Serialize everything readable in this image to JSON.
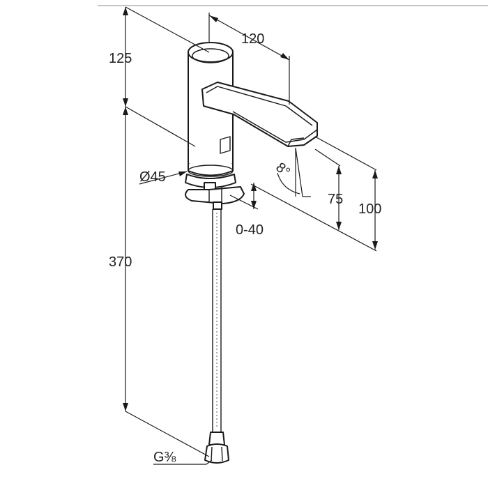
{
  "dimensions": {
    "top_height": "125",
    "lower_height": "370",
    "spout_length": "120",
    "base_diameter": "Ø45",
    "spray_angle": "8°",
    "outlet_height": "75",
    "spout_height": "100",
    "deck_thickness": "0-40",
    "thread_size": "G⅜"
  },
  "colors": {
    "line": "#1a1a1a",
    "background": "#ffffff"
  }
}
